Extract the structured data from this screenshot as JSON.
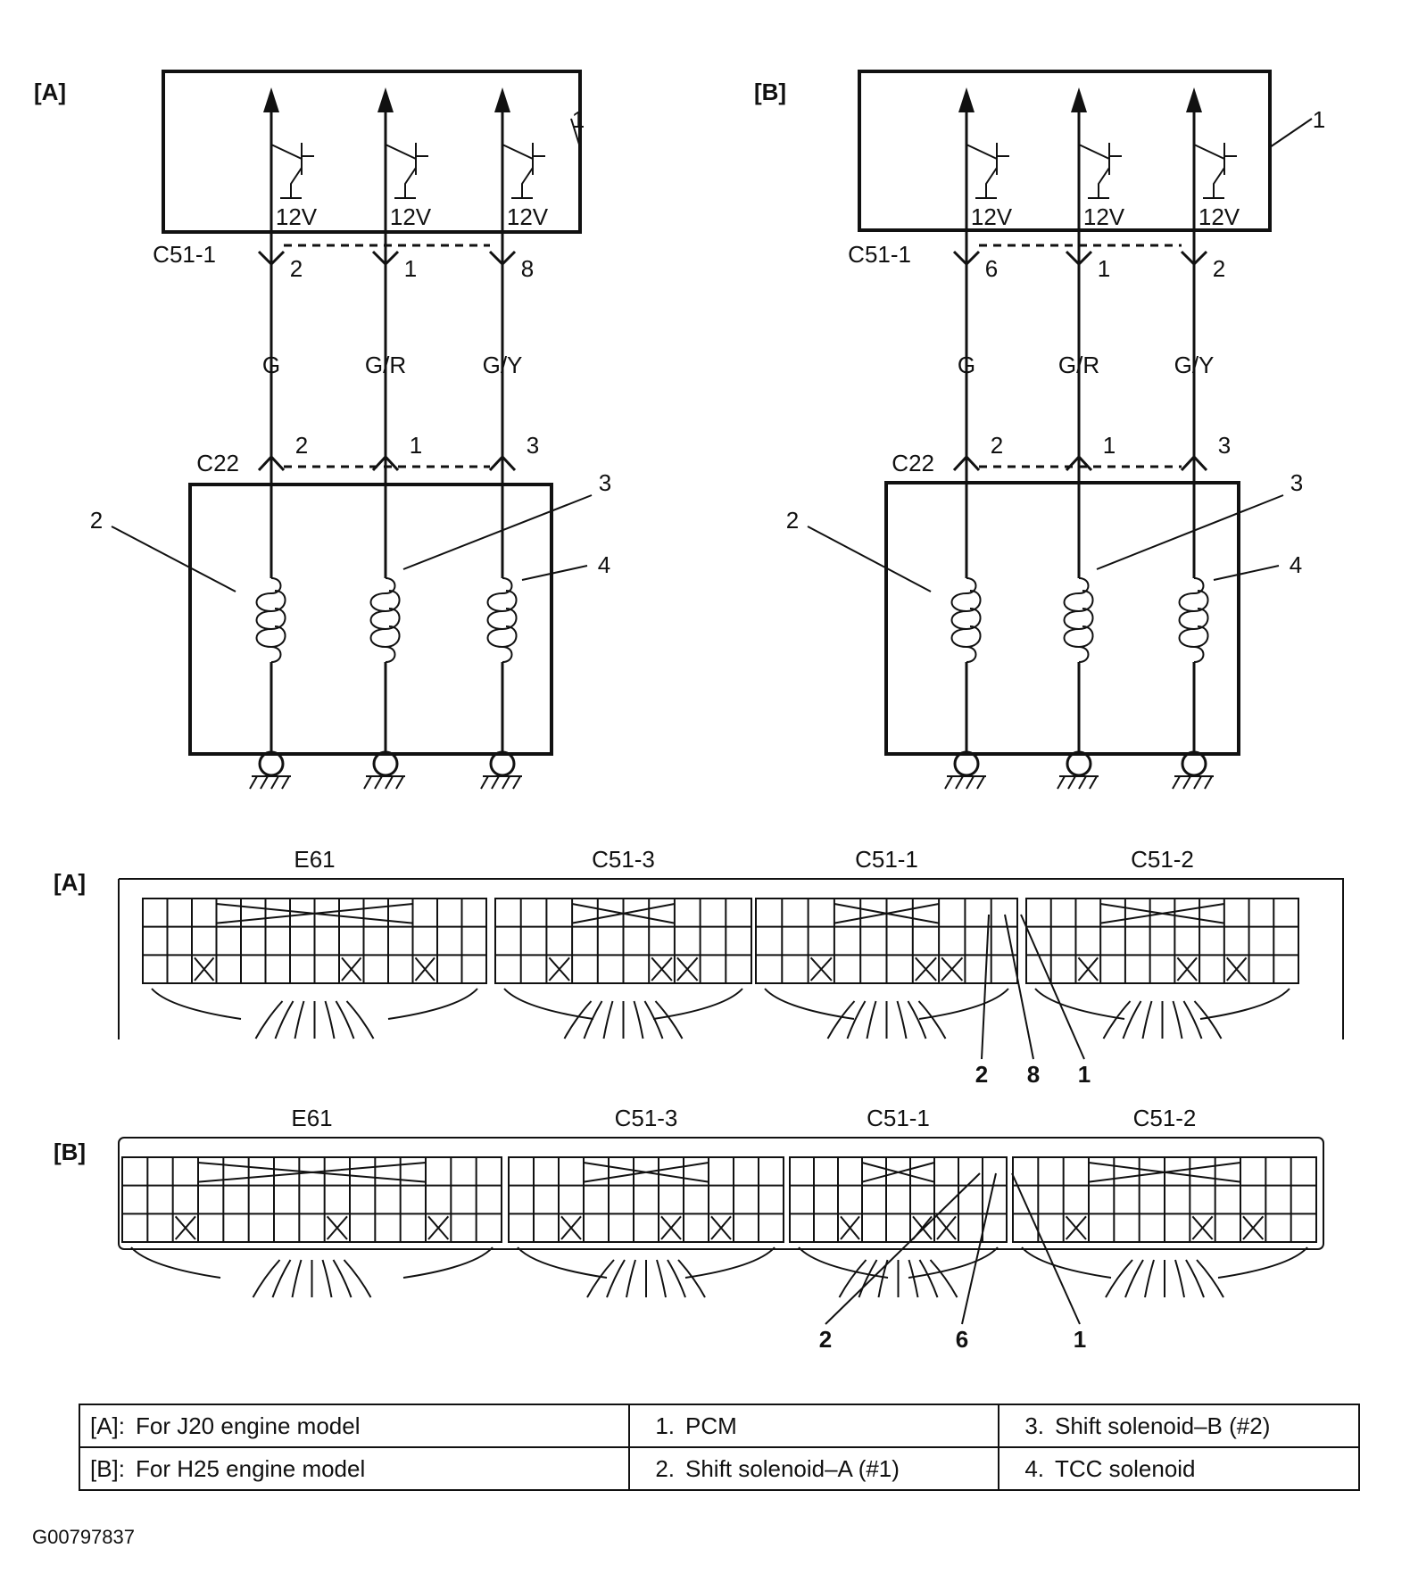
{
  "variants": [
    {
      "key": "A",
      "tag": "[A]",
      "pcm_callout": "1",
      "pcm_voltage": "12V",
      "c51_label": "C51-1",
      "c22_label": "C22",
      "wires": [
        {
          "color": "G",
          "c51_pin": "2",
          "c22_pin": "2"
        },
        {
          "color": "G/R",
          "c51_pin": "1",
          "c22_pin": "1"
        },
        {
          "color": "G/Y",
          "c51_pin": "8",
          "c22_pin": "3"
        }
      ],
      "solenoid_callouts": [
        "2",
        "3",
        "4"
      ]
    },
    {
      "key": "B",
      "tag": "[B]",
      "pcm_callout": "1",
      "pcm_voltage": "12V",
      "c51_label": "C51-1",
      "c22_label": "C22",
      "wires": [
        {
          "color": "G",
          "c51_pin": "6",
          "c22_pin": "2"
        },
        {
          "color": "G/R",
          "c51_pin": "1",
          "c22_pin": "1"
        },
        {
          "color": "G/Y",
          "c51_pin": "2",
          "c22_pin": "3"
        }
      ],
      "solenoid_callouts": [
        "2",
        "3",
        "4"
      ]
    }
  ],
  "connector_views": [
    {
      "key": "A",
      "tag": "[A]",
      "connectors": [
        "E61",
        "C51-3",
        "C51-1",
        "C51-2"
      ],
      "pin_callouts": [
        "2",
        "8",
        "1"
      ]
    },
    {
      "key": "B",
      "tag": "[B]",
      "connectors": [
        "E61",
        "C51-3",
        "C51-1",
        "C51-2"
      ],
      "pin_callouts": [
        "2",
        "6",
        "1"
      ]
    }
  ],
  "legend": {
    "rows": [
      [
        {
          "key": "[A]:",
          "text": "For J20 engine model"
        },
        {
          "key": "1.",
          "text": "PCM"
        },
        {
          "key": "3.",
          "text": "Shift solenoid–B (#2)"
        }
      ],
      [
        {
          "key": "[B]:",
          "text": "For H25 engine model"
        },
        {
          "key": "2.",
          "text": "Shift solenoid–A (#1)"
        },
        {
          "key": "4.",
          "text": "TCC solenoid"
        }
      ]
    ]
  },
  "figure_code": "G00797837"
}
